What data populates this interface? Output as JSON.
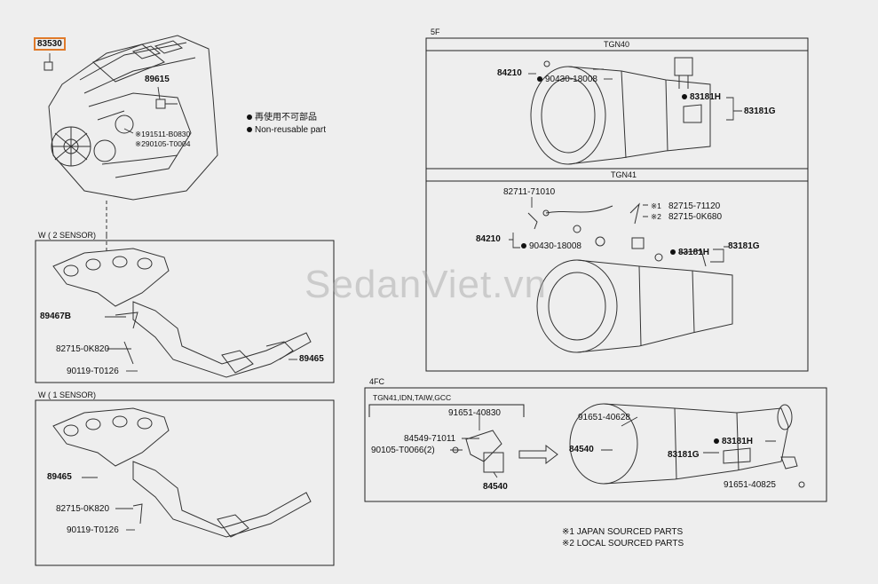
{
  "watermark": "SedanViet.vn",
  "engine": {
    "part_highlight": "83530",
    "p89615": "89615",
    "note1": "※191511-B0830",
    "note2": "※290105-T0004"
  },
  "legend": {
    "jp": "再使用不可部品",
    "en": "Non-reusable part"
  },
  "w2": {
    "title": "W ( 2 SENSOR)",
    "p1": "89467B",
    "p2": "82715-0K820",
    "p3": "90119-T0126",
    "p4": "89465"
  },
  "w1": {
    "title": "W ( 1 SENSOR)",
    "p1": "89465",
    "p2": "82715-0K820",
    "p3": "90119-T0126"
  },
  "fivef": {
    "title": "5F",
    "tgn40": {
      "title": "TGN40",
      "p1": "84210",
      "p2": "90430-18008",
      "p3": "83181H",
      "p4": "83181G"
    },
    "tgn41": {
      "title": "TGN41",
      "p1": "82711-71010",
      "n1": "※1",
      "n2": "※2",
      "p2": "82715-71120",
      "p3": "82715-0K680",
      "p4": "84210",
      "p5": "90430-18008",
      "p6": "83181H",
      "p7": "83181G"
    }
  },
  "fourfc": {
    "title": "4FC",
    "sub_title": "TGN41,IDN,TAIW,GCC",
    "p1": "91651-40830",
    "p2": "84549-71011",
    "p3": "90105-T0066(2)",
    "p4": "84540",
    "p5": "91651-40628",
    "p6": "84540",
    "p7": "83181H",
    "p8": "83181G",
    "p9": "91651-40825"
  },
  "footnotes": {
    "f1": "※1 JAPAN SOURCED PARTS",
    "f2": "※2 LOCAL SOURCED PARTS"
  }
}
